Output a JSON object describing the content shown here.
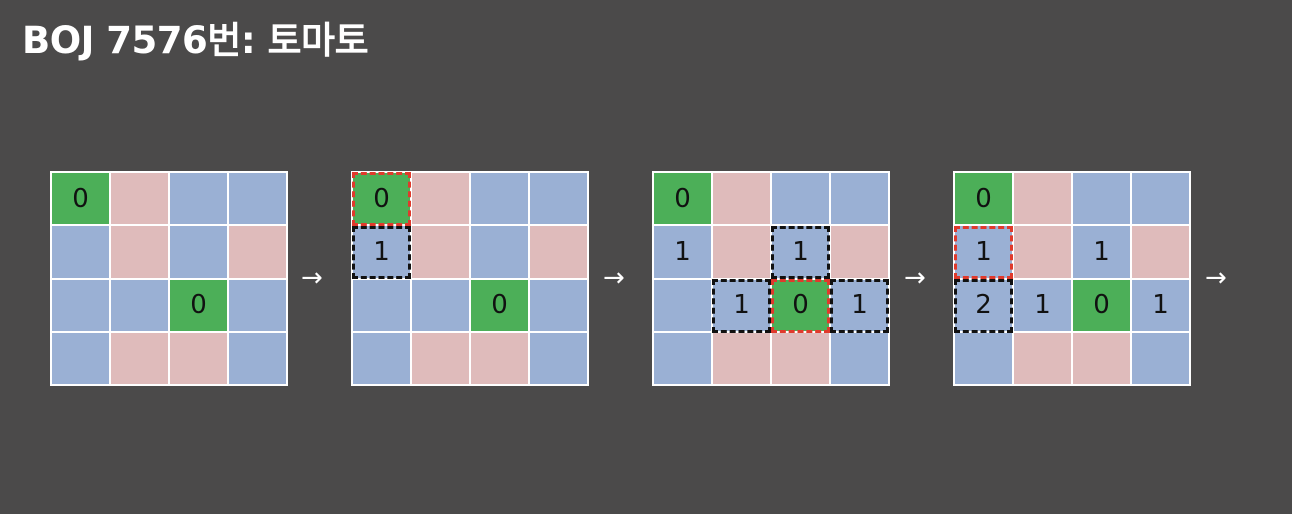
{
  "title": "BOJ 7576번: 토마토",
  "colors": {
    "background": "#4b4a4a",
    "ripe": "#4caf58",
    "empty_pink": "#dfbbbb",
    "unripe_blue": "#9ab0d4",
    "current_highlight": "#e03a2c",
    "neighbor_highlight": "#111111"
  },
  "arrow_symbol": "→",
  "stages": [
    {
      "grid": [
        [
          {
            "c": "green",
            "v": "0"
          },
          {
            "c": "pink",
            "v": ""
          },
          {
            "c": "blue",
            "v": ""
          },
          {
            "c": "blue",
            "v": ""
          }
        ],
        [
          {
            "c": "blue",
            "v": ""
          },
          {
            "c": "pink",
            "v": ""
          },
          {
            "c": "blue",
            "v": ""
          },
          {
            "c": "pink",
            "v": ""
          }
        ],
        [
          {
            "c": "blue",
            "v": ""
          },
          {
            "c": "blue",
            "v": ""
          },
          {
            "c": "green",
            "v": "0"
          },
          {
            "c": "blue",
            "v": ""
          }
        ],
        [
          {
            "c": "blue",
            "v": ""
          },
          {
            "c": "pink",
            "v": ""
          },
          {
            "c": "pink",
            "v": ""
          },
          {
            "c": "blue",
            "v": ""
          }
        ]
      ],
      "red": [],
      "black": []
    },
    {
      "grid": [
        [
          {
            "c": "green",
            "v": "0"
          },
          {
            "c": "pink",
            "v": ""
          },
          {
            "c": "blue",
            "v": ""
          },
          {
            "c": "blue",
            "v": ""
          }
        ],
        [
          {
            "c": "blue",
            "v": "1"
          },
          {
            "c": "pink",
            "v": ""
          },
          {
            "c": "blue",
            "v": ""
          },
          {
            "c": "pink",
            "v": ""
          }
        ],
        [
          {
            "c": "blue",
            "v": ""
          },
          {
            "c": "blue",
            "v": ""
          },
          {
            "c": "green",
            "v": "0"
          },
          {
            "c": "blue",
            "v": ""
          }
        ],
        [
          {
            "c": "blue",
            "v": ""
          },
          {
            "c": "pink",
            "v": ""
          },
          {
            "c": "pink",
            "v": ""
          },
          {
            "c": "blue",
            "v": ""
          }
        ]
      ],
      "red": [
        [
          0,
          0
        ]
      ],
      "black": [
        [
          1,
          0
        ]
      ]
    },
    {
      "grid": [
        [
          {
            "c": "green",
            "v": "0"
          },
          {
            "c": "pink",
            "v": ""
          },
          {
            "c": "blue",
            "v": ""
          },
          {
            "c": "blue",
            "v": ""
          }
        ],
        [
          {
            "c": "blue",
            "v": "1"
          },
          {
            "c": "pink",
            "v": ""
          },
          {
            "c": "blue",
            "v": "1"
          },
          {
            "c": "pink",
            "v": ""
          }
        ],
        [
          {
            "c": "blue",
            "v": ""
          },
          {
            "c": "blue",
            "v": "1"
          },
          {
            "c": "green",
            "v": "0"
          },
          {
            "c": "blue",
            "v": "1"
          }
        ],
        [
          {
            "c": "blue",
            "v": ""
          },
          {
            "c": "pink",
            "v": ""
          },
          {
            "c": "pink",
            "v": ""
          },
          {
            "c": "blue",
            "v": ""
          }
        ]
      ],
      "red": [
        [
          2,
          2
        ]
      ],
      "black": [
        [
          1,
          2
        ],
        [
          2,
          1
        ],
        [
          2,
          3
        ]
      ]
    },
    {
      "grid": [
        [
          {
            "c": "green",
            "v": "0"
          },
          {
            "c": "pink",
            "v": ""
          },
          {
            "c": "blue",
            "v": ""
          },
          {
            "c": "blue",
            "v": ""
          }
        ],
        [
          {
            "c": "blue",
            "v": "1"
          },
          {
            "c": "pink",
            "v": ""
          },
          {
            "c": "blue",
            "v": "1"
          },
          {
            "c": "pink",
            "v": ""
          }
        ],
        [
          {
            "c": "blue",
            "v": "2"
          },
          {
            "c": "blue",
            "v": "1"
          },
          {
            "c": "green",
            "v": "0"
          },
          {
            "c": "blue",
            "v": "1"
          }
        ],
        [
          {
            "c": "blue",
            "v": ""
          },
          {
            "c": "pink",
            "v": ""
          },
          {
            "c": "pink",
            "v": ""
          },
          {
            "c": "blue",
            "v": ""
          }
        ]
      ],
      "red": [
        [
          1,
          0
        ]
      ],
      "black": [
        [
          2,
          0
        ]
      ]
    }
  ]
}
